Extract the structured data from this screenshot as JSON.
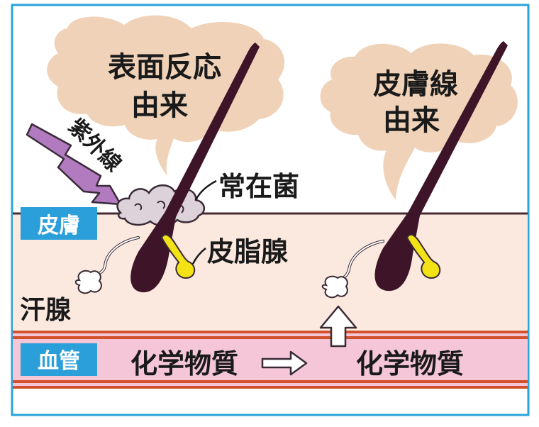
{
  "labels": {
    "surface_origin_line1": "表面反応",
    "surface_origin_line2": "由来",
    "skin_origin_line1": "皮膚線",
    "skin_origin_line2": "由来",
    "uv": "紫外線",
    "bacteria": "常在菌",
    "sebaceous": "皮脂腺",
    "sweat": "汗腺",
    "chem_left": "化学物質",
    "chem_right": "化学物質"
  },
  "tags": {
    "skin": "皮膚",
    "vessel": "血管"
  },
  "colors": {
    "frame": "#2aa3dc",
    "cloud": "#f0d2b8",
    "skin_layer": "#fbe9df",
    "vessel_band": "#f4c6d8",
    "vessel_stripe": "#d2502a",
    "hair": "#3d1428",
    "gland": "#f3e216",
    "uv_arrow": "#b27bc0",
    "bacteria": "#ded2da",
    "tag_bg": "#2a9fd9"
  }
}
